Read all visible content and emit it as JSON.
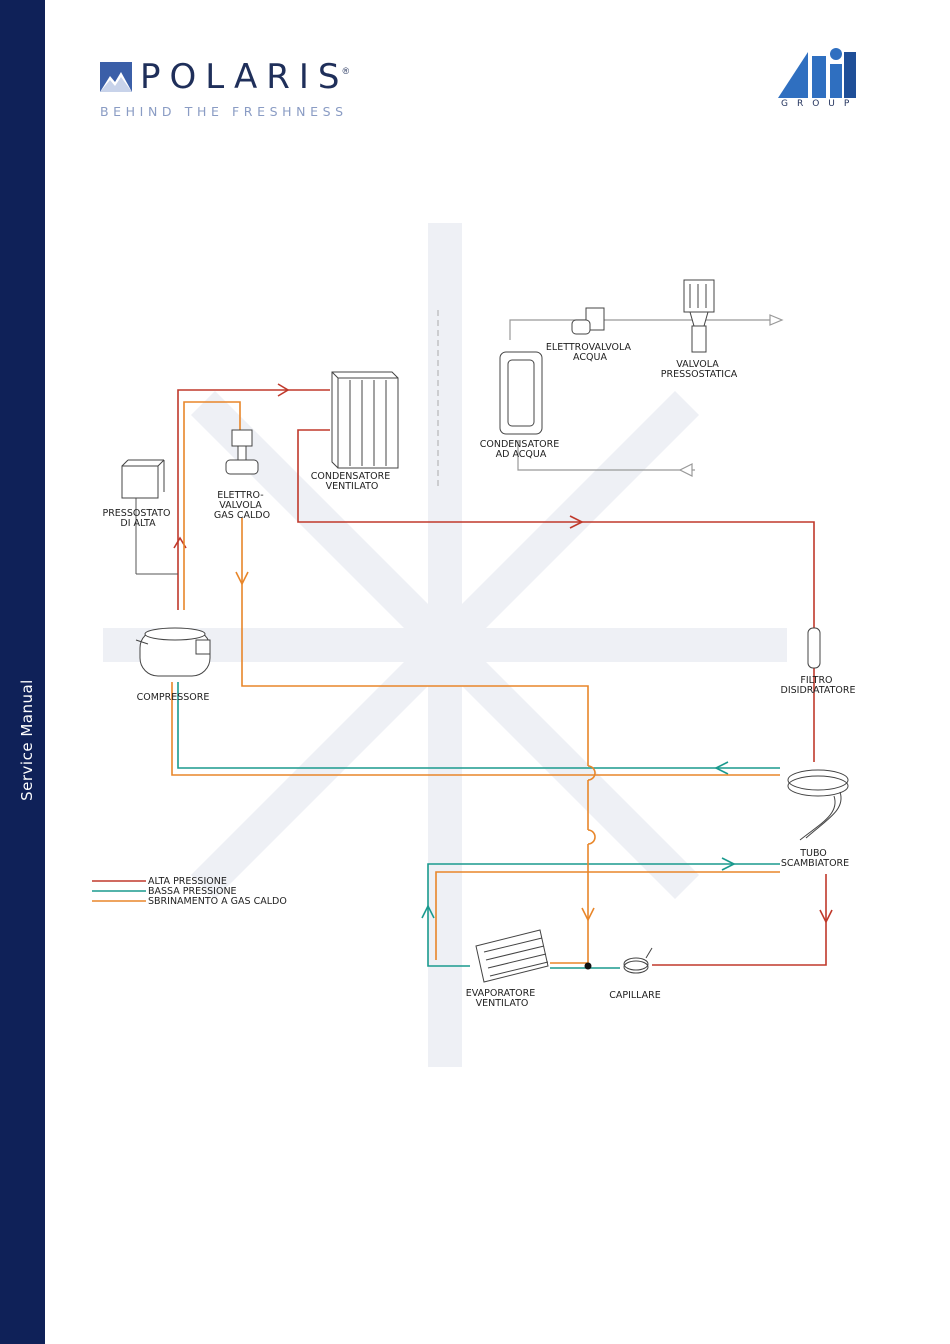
{
  "sidebar": {
    "label": "Service Manual"
  },
  "header": {
    "brand": "POLARIS",
    "tagline": "BEHIND THE FRESHNESS",
    "partner_group": "GROUP"
  },
  "diagram": {
    "components": {
      "condensatore_ventilato": [
        "CONDENSATORE",
        "VENTILATO"
      ],
      "elettrovalvola_gas": [
        "ELETTRO-",
        "VALVOLA",
        "GAS CALDO"
      ],
      "pressostato": [
        "PRESSOSTATO",
        "DI ALTA"
      ],
      "compressore": [
        "COMPRESSORE"
      ],
      "elettrovalvola_acqua": [
        "ELETTROVALVOLA",
        "ACQUA"
      ],
      "valvola_pressostatica": [
        "VALVOLA",
        "PRESSOSTATICA"
      ],
      "condensatore_acqua": [
        "CONDENSATORE",
        "AD ACQUA"
      ],
      "filtro": [
        "FILTRO",
        "DISIDRATATORE"
      ],
      "tubo_scambiatore": [
        "TUBO",
        "SCAMBIATORE"
      ],
      "evaporatore": [
        "EVAPORATORE",
        "VENTILATO"
      ],
      "capillare": [
        "CAPILLARE"
      ]
    },
    "legend": [
      {
        "label": "ALTA PRESSIONE",
        "color": "#c0392b"
      },
      {
        "label": "BASSA PRESSIONE",
        "color": "#1a9a8e"
      },
      {
        "label": "SBRINAMENTO A GAS CALDO",
        "color": "#e8862a"
      }
    ]
  }
}
